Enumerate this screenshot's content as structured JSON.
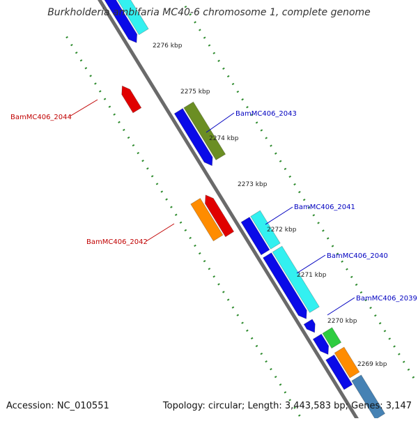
{
  "title": "Burkholderia ambifaria MC40-6 chromosome 1, complete genome",
  "footer": {
    "accession": "Accession: NC_010551",
    "summary": "Topology: circular; Length: 3,443,583 bp; Genes: 3,147"
  },
  "colors": {
    "backbone": "#7a7a7a",
    "dots": "#2e8b2e",
    "label_forward": "#0000c0",
    "label_reverse": "#c00000",
    "tick_text": "#222222"
  },
  "ticks": [
    "2276 kbp",
    "2275 kbp",
    "2274 kbp",
    "2273 kbp",
    "2272 kbp",
    "2271 kbp",
    "2270 kbp",
    "2269 kbp"
  ],
  "genes": [
    {
      "label": "BamMC406_2044",
      "strand": "reverse"
    },
    {
      "label": "BamMC406_2043",
      "strand": "forward"
    },
    {
      "label": "BamMC406_2042",
      "strand": "reverse"
    },
    {
      "label": "BamMC406_2041",
      "strand": "forward"
    },
    {
      "label": "BamMC406_2040",
      "strand": "forward"
    },
    {
      "label": "BamMC406_2039",
      "strand": "forward"
    }
  ]
}
